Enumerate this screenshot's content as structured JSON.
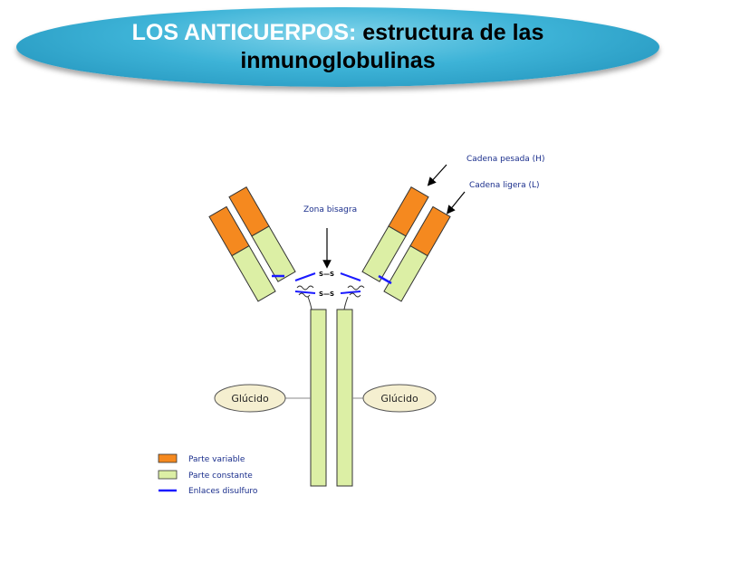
{
  "title": {
    "highlight": "LOS ANTICUERPOS:",
    "rest": " estructura de las inmunoglobulinas"
  },
  "diagram": {
    "label_heavy_chain": "Cadena pesada (H)",
    "label_light_chain": "Cadena ligera (L)",
    "label_hinge": "Zona bisagra",
    "disulfide_top": "S—S",
    "disulfide_bottom": "S—S",
    "glucid_left": "Glúcido",
    "glucid_right": "Glúcido"
  },
  "legend": {
    "items": [
      {
        "label": "Parte variable"
      },
      {
        "label": "Parte constante"
      },
      {
        "label": "Enlaces disulfuro"
      }
    ]
  },
  "colors": {
    "variable": "#f5891f",
    "constant": "#dcefa5",
    "disulfide": "#1a1aff",
    "banner": "#3db3d7"
  }
}
